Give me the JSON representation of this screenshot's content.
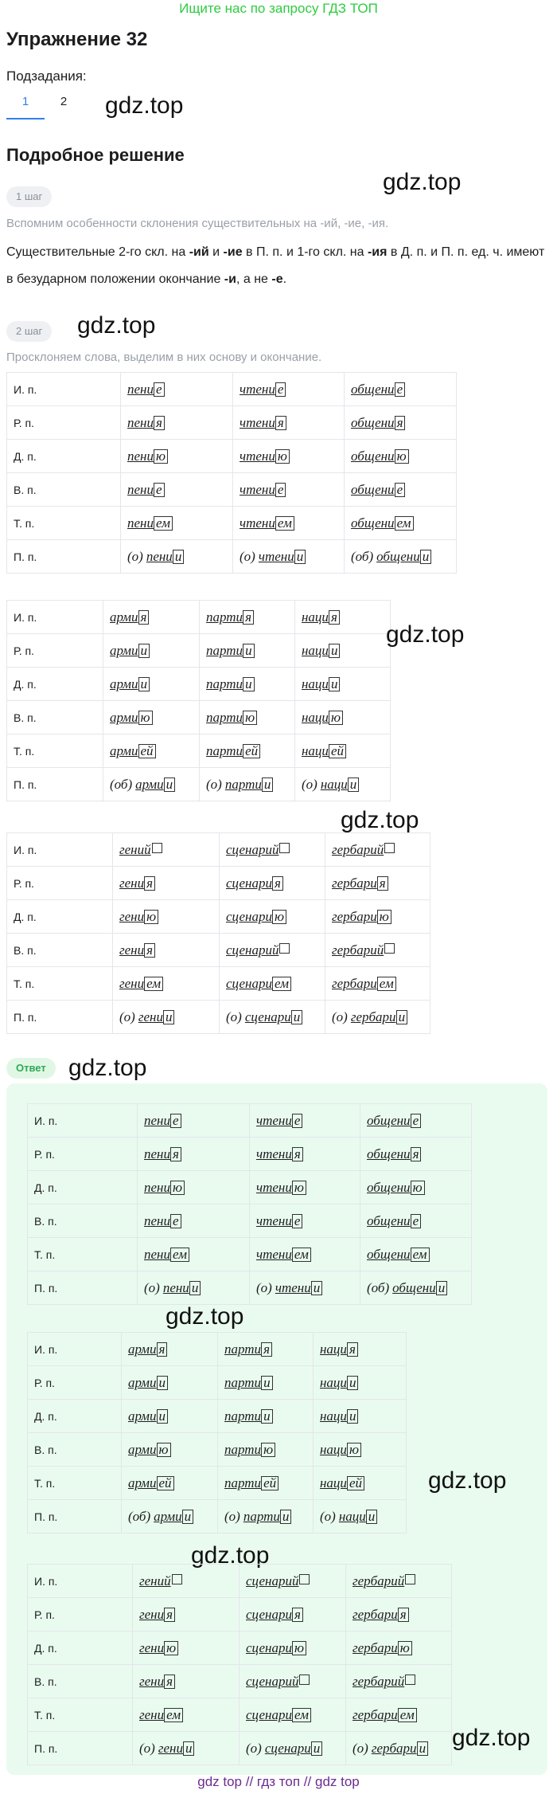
{
  "banner": "Ищите нас по запросу ГДЗ ТОП",
  "title": "Упражнение 32",
  "subtasks_label": "Подзадания:",
  "tabs": [
    "1",
    "2"
  ],
  "solution_title": "Подробное решение",
  "watermark": "gdz.top",
  "steps": [
    {
      "badge": "1 шаг",
      "note": "Вспомним особенности склонения существительных на -ий, -ие, -ия.",
      "text_parts": [
        "Существительные 2-го скл. на ",
        "-ий",
        " и ",
        "-ие",
        " в П. п. и 1-го скл. на ",
        "-ия",
        " в Д. п. и П. п. ед. ч. имеют в безударном положении окончание ",
        "-и",
        ", а не ",
        "-е",
        "."
      ]
    },
    {
      "badge": "2 шаг",
      "note": "Просклоняем слова, выделим в них основу и окончание."
    }
  ],
  "tables": [
    {
      "rows": [
        {
          "case": "И. п.",
          "cells": [
            [
              "",
              "пени",
              "е"
            ],
            [
              "",
              "чтени",
              "е"
            ],
            [
              "",
              "общени",
              "е"
            ]
          ]
        },
        {
          "case": "Р. п.",
          "cells": [
            [
              "",
              "пени",
              "я"
            ],
            [
              "",
              "чтени",
              "я"
            ],
            [
              "",
              "общени",
              "я"
            ]
          ]
        },
        {
          "case": "Д. п.",
          "cells": [
            [
              "",
              "пени",
              "ю"
            ],
            [
              "",
              "чтени",
              "ю"
            ],
            [
              "",
              "общени",
              "ю"
            ]
          ]
        },
        {
          "case": "В. п.",
          "cells": [
            [
              "",
              "пени",
              "е"
            ],
            [
              "",
              "чтени",
              "е"
            ],
            [
              "",
              "общени",
              "е"
            ]
          ]
        },
        {
          "case": "Т. п.",
          "cells": [
            [
              "",
              "пени",
              "ем"
            ],
            [
              "",
              "чтени",
              "ем"
            ],
            [
              "",
              "общени",
              "ем"
            ]
          ]
        },
        {
          "case": "П. п.",
          "cells": [
            [
              "(о)",
              "пени",
              "и"
            ],
            [
              "(о)",
              "чтени",
              "и"
            ],
            [
              "(об)",
              "общени",
              "и"
            ]
          ]
        }
      ]
    },
    {
      "rows": [
        {
          "case": "И. п.",
          "cells": [
            [
              "",
              "арми",
              "я"
            ],
            [
              "",
              "парти",
              "я"
            ],
            [
              "",
              "наци",
              "я"
            ]
          ]
        },
        {
          "case": "Р. п.",
          "cells": [
            [
              "",
              "арми",
              "и"
            ],
            [
              "",
              "парти",
              "и"
            ],
            [
              "",
              "наци",
              "и"
            ]
          ]
        },
        {
          "case": "Д. п.",
          "cells": [
            [
              "",
              "арми",
              "и"
            ],
            [
              "",
              "парти",
              "и"
            ],
            [
              "",
              "наци",
              "и"
            ]
          ]
        },
        {
          "case": "В. п.",
          "cells": [
            [
              "",
              "арми",
              "ю"
            ],
            [
              "",
              "парти",
              "ю"
            ],
            [
              "",
              "наци",
              "ю"
            ]
          ]
        },
        {
          "case": "Т. п.",
          "cells": [
            [
              "",
              "арми",
              "ей"
            ],
            [
              "",
              "парти",
              "ей"
            ],
            [
              "",
              "наци",
              "ей"
            ]
          ]
        },
        {
          "case": "П. п.",
          "cells": [
            [
              "(об)",
              "арми",
              "и"
            ],
            [
              "(о)",
              "парти",
              "и"
            ],
            [
              "(о)",
              "наци",
              "и"
            ]
          ]
        }
      ]
    },
    {
      "rows": [
        {
          "case": "И. п.",
          "cells": [
            [
              "",
              "гений",
              ""
            ],
            [
              "",
              "сценарий",
              ""
            ],
            [
              "",
              "гербарий",
              ""
            ]
          ]
        },
        {
          "case": "Р. п.",
          "cells": [
            [
              "",
              "гени",
              "я"
            ],
            [
              "",
              "сценари",
              "я"
            ],
            [
              "",
              "гербари",
              "я"
            ]
          ]
        },
        {
          "case": "Д. п.",
          "cells": [
            [
              "",
              "гени",
              "ю"
            ],
            [
              "",
              "сценари",
              "ю"
            ],
            [
              "",
              "гербари",
              "ю"
            ]
          ]
        },
        {
          "case": "В. п.",
          "cells": [
            [
              "",
              "гени",
              "я"
            ],
            [
              "",
              "сценарий",
              ""
            ],
            [
              "",
              "гербарий",
              ""
            ]
          ]
        },
        {
          "case": "Т. п.",
          "cells": [
            [
              "",
              "гени",
              "ем"
            ],
            [
              "",
              "сценари",
              "ем"
            ],
            [
              "",
              "гербари",
              "ем"
            ]
          ]
        },
        {
          "case": "П. п.",
          "cells": [
            [
              "(о)",
              "гени",
              "и"
            ],
            [
              "(о)",
              "сценари",
              "и"
            ],
            [
              "(о)",
              "гербари",
              "и"
            ]
          ]
        }
      ]
    }
  ],
  "answer_label": "Ответ",
  "footer": [
    "gdz top",
    "//",
    "гдз топ",
    "//",
    "gdz top"
  ]
}
